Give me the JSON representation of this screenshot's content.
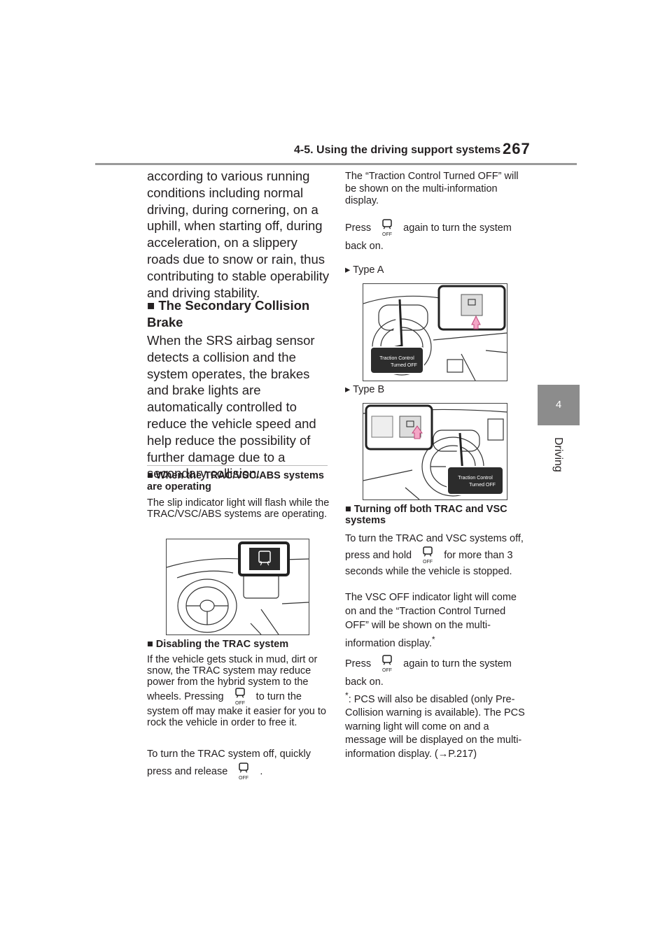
{
  "header": {
    "section_title": "4-5. Using the driving support systems",
    "page_number": "267"
  },
  "side_tab": {
    "chapter_number": "4",
    "chapter_label": "Driving"
  },
  "left": {
    "intro_text": "according to various running conditions including normal driving, during cornering, on a uphill, when starting off, during acceleration, on a slippery roads due to snow or rain, thus contributing to stable operability and driving stability.",
    "secondary_heading_marker": "■",
    "secondary_heading": "The Secondary Collision Brake",
    "secondary_text": "When the SRS airbag sensor detects a collision and the system operates, the brakes and brake lights are automatically controlled to reduce the vehicle speed and help reduce the possibility of further damage due to a secondary collision.",
    "operating_heading": "When the TRAC/VSC/ABS systems are operating",
    "operating_text": "The slip indicator light will flash while the TRAC/VSC/ABS systems are operating.",
    "disabling_heading": "Disabling the TRAC system",
    "disabling_text_1": "If the vehicle gets stuck in mud, dirt or snow, the TRAC system may reduce power from the hybrid system to the wheels. Pressing",
    "disabling_text_2": "to turn the system off may make it easier for you to rock the vehicle in order to free it.",
    "turn_off_text_1": "To turn the TRAC system off, quickly press and release",
    "turn_off_text_2": "."
  },
  "right": {
    "tc_off_text": "The “Traction Control Turned OFF” will be shown on the multi-information display.",
    "press_again_1": "Press",
    "press_again_2": "again to turn the system back on.",
    "type_a_label": "Type A",
    "type_b_label": "Type B",
    "display_msg_line1": "Traction Control",
    "display_msg_line2": "Turned OFF",
    "both_heading": "Turning off both TRAC and VSC systems",
    "both_text_1": "To turn the TRAC and VSC systems off, press and hold",
    "both_text_2": "for more than 3 seconds while the vehicle is stopped.",
    "vsc_off_text": "The VSC OFF indicator light will come on and the “Traction Control Turned OFF” will be shown on the multi-information display.",
    "footnote_mark": "*",
    "press_again_b1": "Press",
    "press_again_b2": "again to turn the system back on.",
    "footnote_text": ": PCS will also be disabled (only Pre-Collision warning is available). The PCS warning light will come on and a message will be displayed on the multi-information display. (",
    "footnote_arrow": "→",
    "footnote_ref": "P.217)"
  },
  "icons": {
    "off_button": "traction-off-icon",
    "bullet": "triangle-bullet"
  }
}
